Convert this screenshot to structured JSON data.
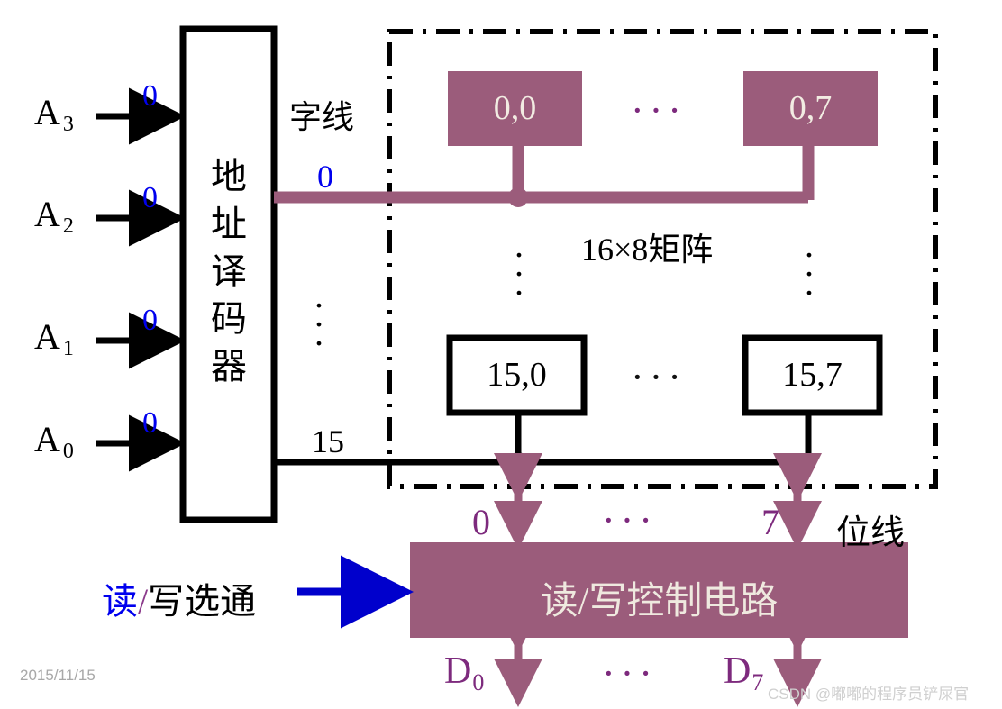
{
  "diagram": {
    "title": "16x8 RAM structure diagram",
    "colors": {
      "cell_active": "#9b5c7b",
      "cell_inactive": "#ffffff",
      "wordline_active": "#9b5c7b",
      "wordline_inactive": "#000000",
      "bitline": "#9b5c7b",
      "arrow_purple": "#9b5c7b",
      "bit_label": "#7d2a7d",
      "address_bit": "#0000ee",
      "strobe_arrow": "#0000ee",
      "outline": "#000000"
    }
  },
  "address_inputs": [
    {
      "name": "A",
      "index": "3",
      "value": "0"
    },
    {
      "name": "A",
      "index": "2",
      "value": "0"
    },
    {
      "name": "A",
      "index": "1",
      "value": "0"
    },
    {
      "name": "A",
      "index": "0",
      "value": "0"
    }
  ],
  "decoder": {
    "label": "地址译码器",
    "chars": [
      "地",
      "址",
      "译",
      "码",
      "器"
    ]
  },
  "wordlines": {
    "label": "字线",
    "active": "0",
    "last": "15",
    "ellipsis": "⋮"
  },
  "matrix": {
    "title": "16×8矩阵",
    "ellipsis_horizontal": "···",
    "ellipsis_vertical": "⋮",
    "cells": [
      {
        "label": "0,0",
        "state": "active"
      },
      {
        "label": "0,7",
        "state": "active"
      },
      {
        "label": "15,0",
        "state": "inactive"
      },
      {
        "label": "15,7",
        "state": "inactive"
      }
    ]
  },
  "bitlines": {
    "label": "位线",
    "first": "0",
    "last": "7",
    "ellipsis": "···"
  },
  "control": {
    "box_label": "读/写控制电路",
    "strobe_read": "读",
    "strobe_slash": "/",
    "strobe_write": "写选通"
  },
  "data_pins": {
    "first": {
      "name": "D",
      "index": "0"
    },
    "last": {
      "name": "D",
      "index": "7"
    },
    "ellipsis": "···"
  },
  "footer": {
    "date": "2015/11/15",
    "watermark": "CSDN @嘟嘟的程序员铲屎官"
  }
}
